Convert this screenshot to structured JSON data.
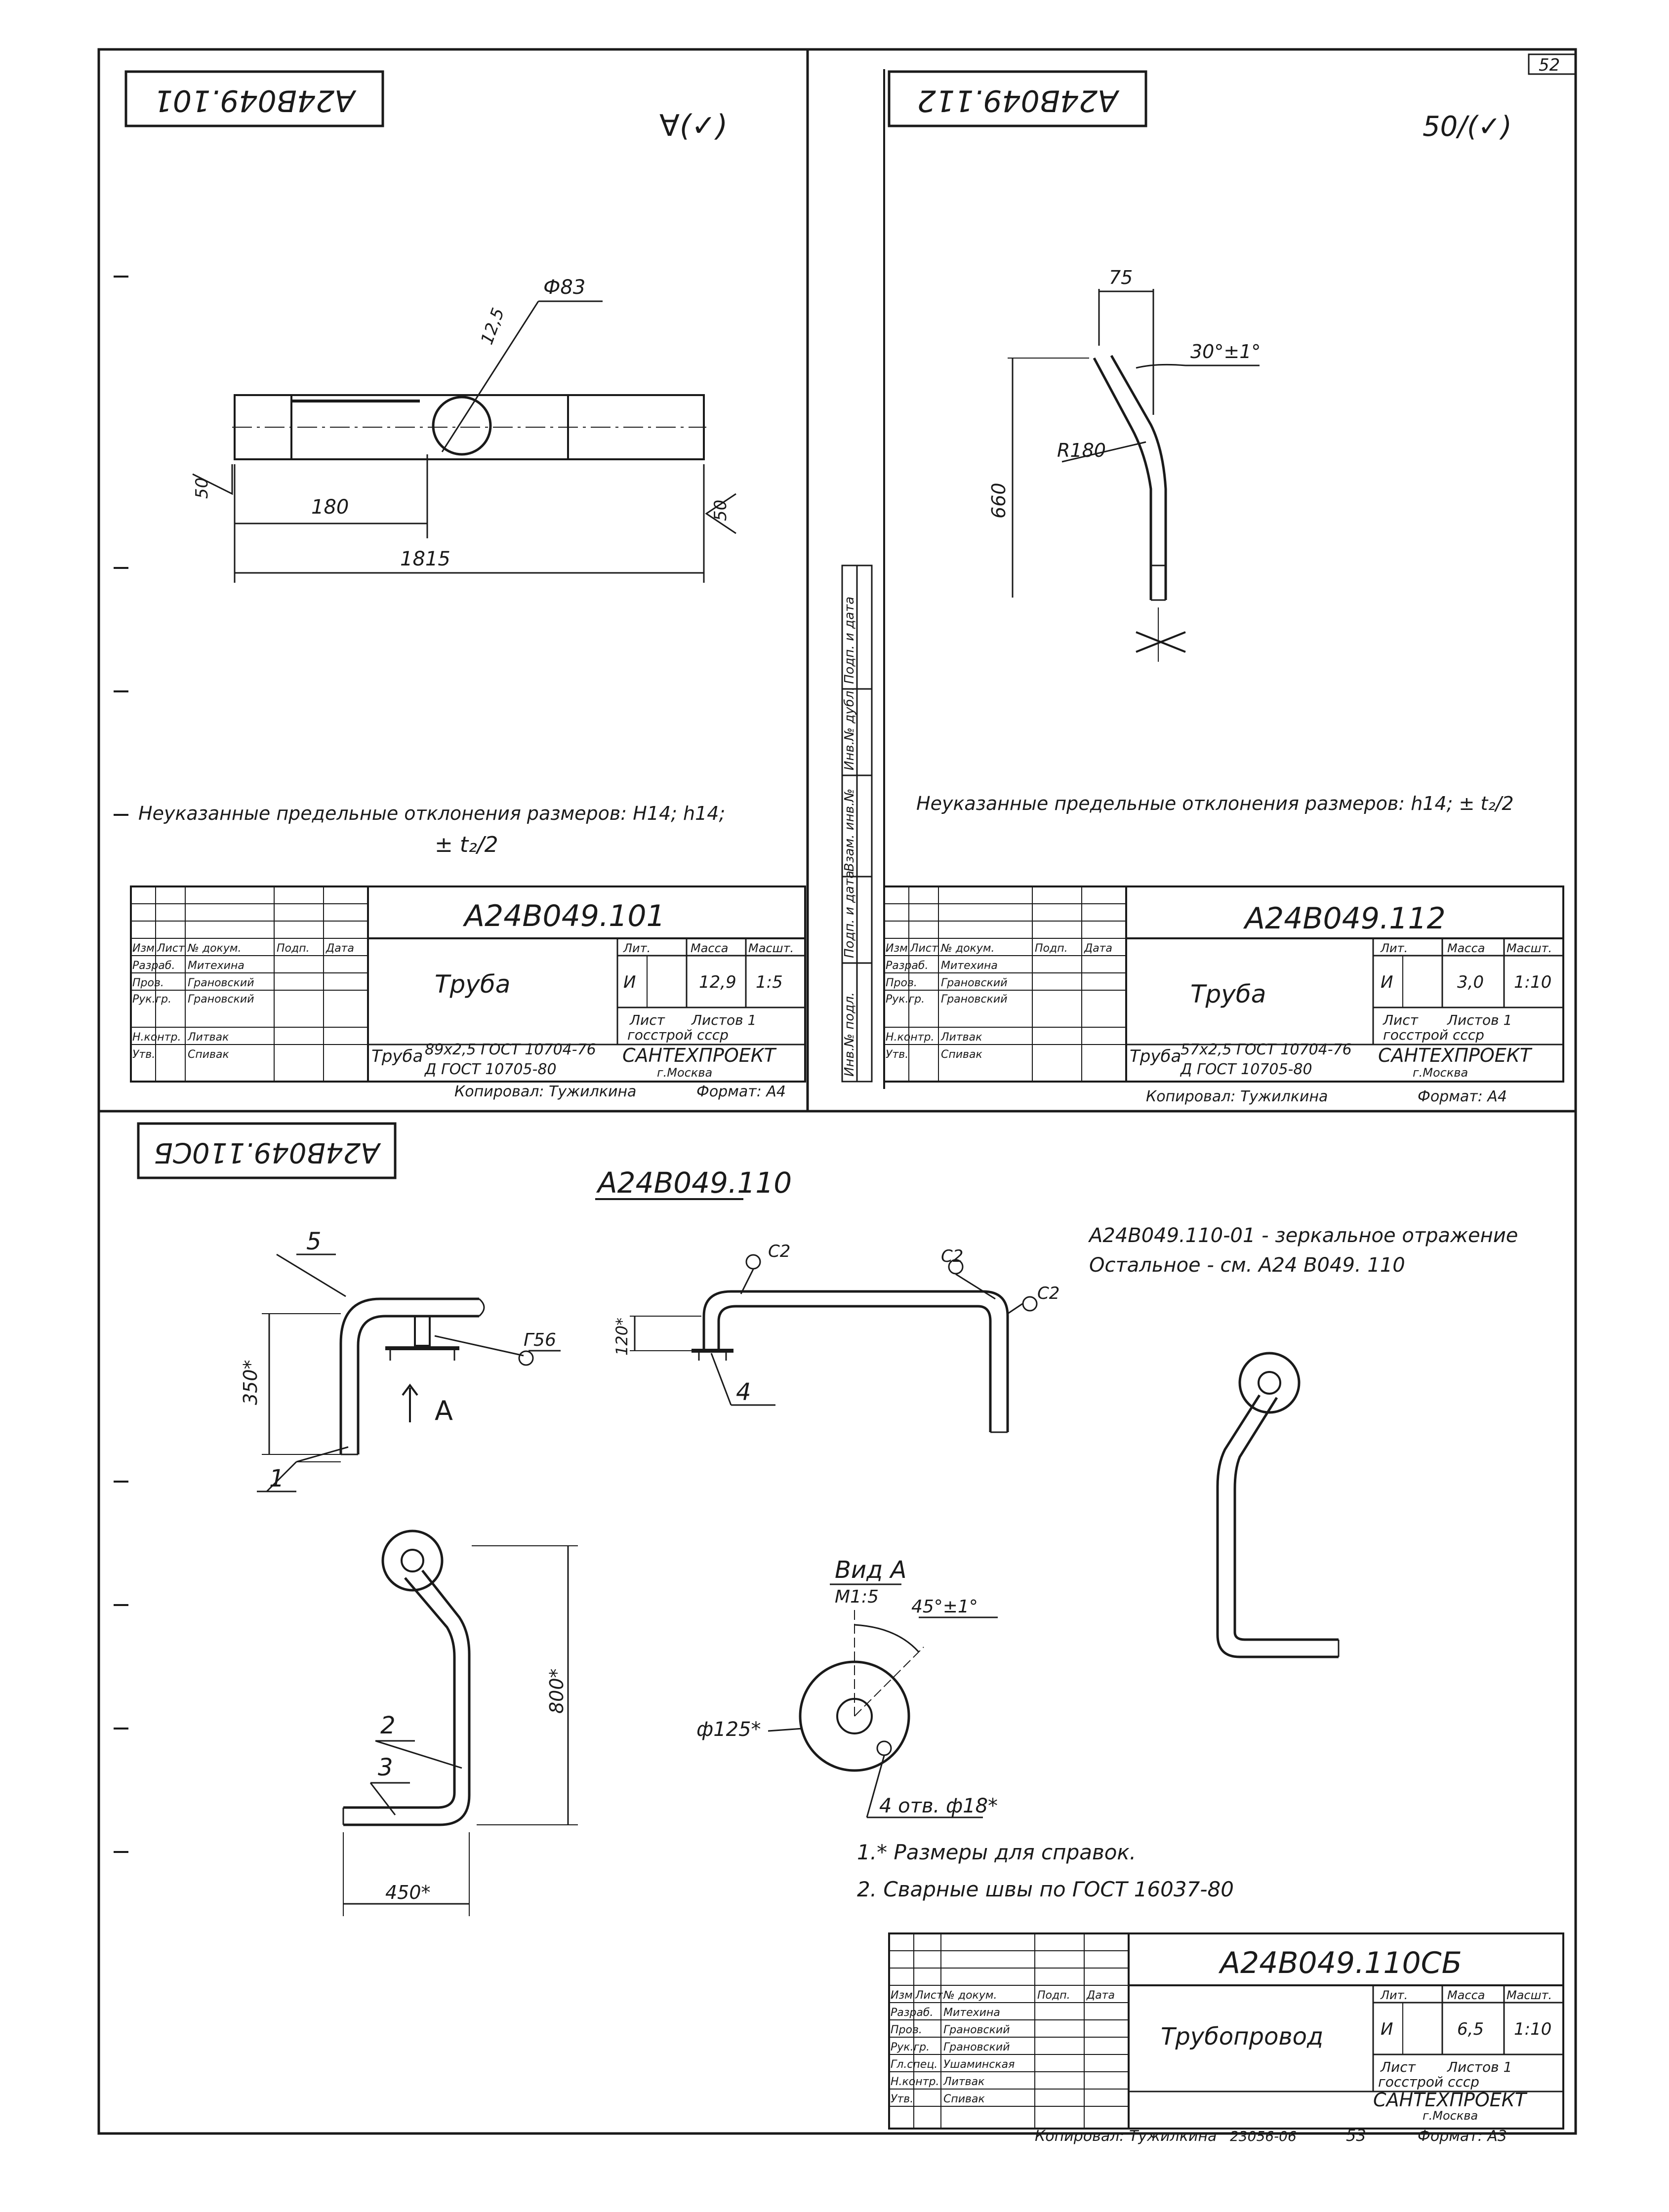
{
  "page_number": "52",
  "footer_number": "53",
  "footer_order": "23056-06",
  "sheet1": {
    "stamp_mirrored": "A24B049.101",
    "roughness": "∀(✓)",
    "designation": "A24B049.101",
    "name": "Труба",
    "lit": "И",
    "mass": "12,9",
    "scale": "1:5",
    "sheet": "Лист",
    "sheets": "Листов 1",
    "material_prefix": "Труба",
    "material_line1": "89х2,5 ГОСТ 10704-76",
    "material_line2": "Д ГОСТ 10705-80",
    "org1": "госстрой   ссср",
    "org2": "САНТЕХПРОЕКТ",
    "org3": "г.Москва",
    "copied": "Копировал: Тужилкина",
    "format": "Формат: А4",
    "note_line1": "Неуказанные предельные отклонения размеров: H14; h14;",
    "note_line2": "± t₂/2",
    "dims": {
      "d": "Ф83",
      "r": "12,5",
      "l1": "180",
      "l2": "1815",
      "a1": "50",
      "a2": "50"
    }
  },
  "sheet2": {
    "stamp_mirrored": "A24B049.112",
    "roughness": "50/(✓)",
    "designation": "A24B049.112",
    "name": "Труба",
    "lit": "И",
    "mass": "3,0",
    "scale": "1:10",
    "sheet": "Лист",
    "sheets": "Листов 1",
    "material_prefix": "Труба",
    "material_line1": "57х2,5 ГОСТ 10704-76",
    "material_line2": "Д ГОСТ 10705-80",
    "org1": "госстрой   ссср",
    "org2": "САНТЕХПРОЕКТ",
    "org3": "г.Москва",
    "copied": "Копировал: Тужилкина",
    "format": "Формат: А4",
    "note": "Неуказанные предельные отклонения размеров: h14; ± t₂/2",
    "dims": {
      "top": "75",
      "angle": "30°±1°",
      "radius": "R180",
      "height": "660"
    },
    "side_strip": [
      "Инв.№ подл.",
      "Подп. и дата",
      "Взам. инв.№",
      "Инв.№ дубл.",
      "Подп. и дата"
    ]
  },
  "sheet3": {
    "stamp_mirrored": "A24B049.110СБ",
    "heading": "A24B049.110",
    "mirror_note_line1": "A24B049.110-01 - зеркальное отражение",
    "mirror_note_line2": "Остальное - см.  A24 B049. 110",
    "labels": {
      "p1": "1",
      "p2": "2",
      "p3": "3",
      "p4": "4",
      "p5": "5",
      "c2": "C2",
      "g56": "Г56",
      "view_arrow": "A",
      "d350": "350*",
      "d120": "120*",
      "d800": "800*",
      "d450": "450*",
      "view_title": "Вид А",
      "view_scale": "М1:5",
      "view_angle": "45°±1°",
      "view_d": "ф125*",
      "view_holes": "4 отв. ф18*"
    },
    "notes": [
      "1.* Размеры для справок.",
      "2. Сварные швы по ГОСТ 16037-80"
    ],
    "designation": "A24B049.110СБ",
    "name": "Трубопровод",
    "lit": "И",
    "mass": "6,5",
    "scale": "1:10",
    "sheet": "Лист",
    "sheets": "Листов 1",
    "org1": "госстрой   ссср",
    "org2": "САНТЕХПРОЕКТ",
    "org3": "г.Москва",
    "copied": "Копировал: Тужилкина",
    "format": "Формат: А3"
  },
  "title_block_common": {
    "head": [
      "Изм",
      "Лист",
      "№ докум.",
      "Подп.",
      "Дата"
    ],
    "rows": [
      {
        "role": "Разраб.",
        "name": "Митехина"
      },
      {
        "role": "Пров.",
        "name": "Грановский"
      },
      {
        "role": "Рук.гр.",
        "name": "Грановский"
      },
      {
        "role": "",
        "name": ""
      },
      {
        "role": "Н.контр.",
        "name": "Литвак"
      },
      {
        "role": "Утв.",
        "name": "Спивак"
      }
    ],
    "rows_sb": [
      {
        "role": "Разраб.",
        "name": "Митехина"
      },
      {
        "role": "Пров.",
        "name": "Грановский"
      },
      {
        "role": "Рук.гр.",
        "name": "Грановский"
      },
      {
        "role": "Гл.спец.",
        "name": "Ушаминская"
      },
      {
        "role": "Н.контр.",
        "name": "Литвак"
      },
      {
        "role": "Утв.",
        "name": "Спивак"
      }
    ],
    "lit_h": "Лит.",
    "mass_h": "Масса",
    "scale_h": "Масшт."
  }
}
